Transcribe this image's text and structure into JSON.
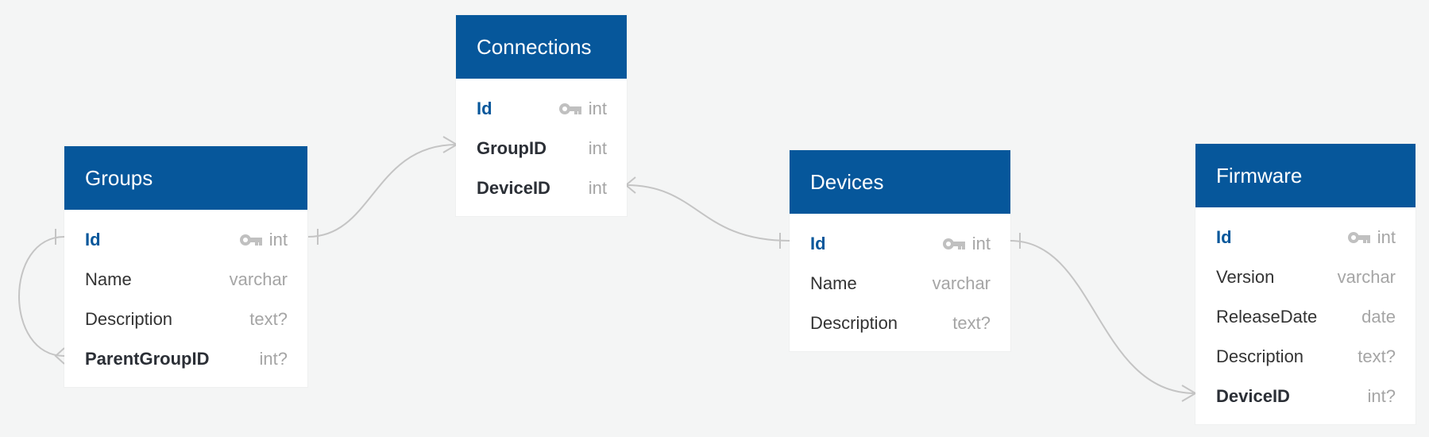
{
  "diagram": {
    "tables": {
      "connections": {
        "name": "Connections",
        "fields": [
          {
            "name": "Id",
            "type": "int",
            "role": "pk"
          },
          {
            "name": "GroupID",
            "type": "int",
            "role": "fk"
          },
          {
            "name": "DeviceID",
            "type": "int",
            "role": "fk"
          }
        ]
      },
      "groups": {
        "name": "Groups",
        "fields": [
          {
            "name": "Id",
            "type": "int",
            "role": "pk"
          },
          {
            "name": "Name",
            "type": "varchar",
            "role": ""
          },
          {
            "name": "Description",
            "type": "text?",
            "role": ""
          },
          {
            "name": "ParentGroupID",
            "type": "int?",
            "role": "fk"
          }
        ]
      },
      "devices": {
        "name": "Devices",
        "fields": [
          {
            "name": "Id",
            "type": "int",
            "role": "pk"
          },
          {
            "name": "Name",
            "type": "varchar",
            "role": ""
          },
          {
            "name": "Description",
            "type": "text?",
            "role": ""
          }
        ]
      },
      "firmware": {
        "name": "Firmware",
        "fields": [
          {
            "name": "Id",
            "type": "int",
            "role": "pk"
          },
          {
            "name": "Version",
            "type": "varchar",
            "role": ""
          },
          {
            "name": "ReleaseDate",
            "type": "date",
            "role": ""
          },
          {
            "name": "Description",
            "type": "text?",
            "role": ""
          },
          {
            "name": "DeviceID",
            "type": "int?",
            "role": "fk"
          }
        ]
      }
    },
    "relationships": [
      {
        "from": "Groups.Id",
        "to": "Connections.GroupID",
        "cardinality": "one-to-many"
      },
      {
        "from": "Devices.Id",
        "to": "Connections.DeviceID",
        "cardinality": "one-to-many"
      },
      {
        "from": "Devices.Id",
        "to": "Firmware.DeviceID",
        "cardinality": "one-to-many"
      },
      {
        "from": "Groups.Id",
        "to": "Groups.ParentGroupID",
        "cardinality": "one-to-many"
      }
    ],
    "colors": {
      "header": "#06579b",
      "pk_text": "#06579b",
      "type_text": "#a5a5a5",
      "connector": "#c4c4c4",
      "background": "#f4f5f5"
    },
    "icons": {
      "primary_key": "key-icon"
    }
  }
}
